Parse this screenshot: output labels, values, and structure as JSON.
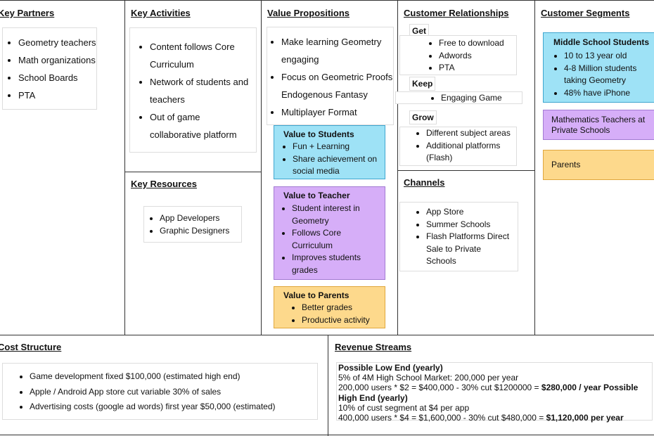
{
  "key_partners": {
    "title": "Key Partners",
    "items": [
      "Geometry teachers",
      "Math organizations",
      "School Boards",
      "PTA"
    ]
  },
  "key_activities": {
    "title": "Key Activities",
    "items": [
      "Content follows Core Curriculum",
      "Network of students and teachers",
      "Out of game collaborative platform"
    ]
  },
  "key_resources": {
    "title": "Key Resources",
    "items": [
      "App Developers",
      "Graphic Designers"
    ]
  },
  "value_propositions": {
    "title": "Value Propositions",
    "items": [
      "Make learning Geometry engaging",
      "Focus on Geometric Proofs Endogenous Fantasy",
      "Multiplayer Format"
    ],
    "students": {
      "title": "Value to Students",
      "items": [
        "Fun + Learning",
        "Share achievement on social media"
      ]
    },
    "teacher": {
      "title": "Value to Teacher",
      "items": [
        "Student interest in Geometry",
        "Follows Core Curriculum",
        "Improves students grades"
      ]
    },
    "parents": {
      "title": "Value to Parents",
      "items": [
        "Better grades",
        "Productive activity"
      ]
    }
  },
  "customer_relationships": {
    "title": "Customer Relationships",
    "get": {
      "label": "Get",
      "items": [
        "Free to download",
        "Adwords",
        "PTA"
      ]
    },
    "keep": {
      "label": "Keep",
      "items": [
        "Engaging Game"
      ]
    },
    "grow": {
      "label": "Grow",
      "items": [
        "Different subject areas",
        "Additional platforms (Flash)"
      ]
    }
  },
  "channels": {
    "title": "Channels",
    "items": [
      "App Store",
      "Summer Schools",
      "Flash Platforms Direct Sale to Private Schools"
    ]
  },
  "customer_segments": {
    "title": "Customer Segments",
    "middle_school": {
      "title": "Middle School Students",
      "items": [
        "10 to 13 year old",
        "4-8 Million students taking Geometry",
        "48% have iPhone"
      ]
    },
    "teachers": "Mathematics Teachers at Private Schools",
    "parents": "Parents"
  },
  "cost_structure": {
    "title": "Cost Structure",
    "items": [
      "Game development fixed $100,000 (estimated high end)",
      "Apple / Android App store cut variable 30% of sales",
      "Advertising costs (google ad words)  first year $50,000 (estimated)"
    ]
  },
  "revenue_streams": {
    "title": "Revenue Streams",
    "low_title": "Possible Low End (yearly)",
    "low_line1": "5% of 4M High School Market:  200,000 per year",
    "low_line2": "200,000 users * $2 = $400,000 - 30% cut $1200000 = ",
    "low_result": "$280,000 / year",
    "high_title": "Possible High End (yearly)",
    "high_line1": "10% of cust segment at $4 per app",
    "high_line2": "400,000 users * $4 = $1,600,000 - 30% cut $480,000 = ",
    "high_result": "$1,120,000 per year"
  },
  "colors": {
    "blue": "#9ee2f6",
    "purple": "#d6aef8",
    "orange": "#fdd98c"
  }
}
